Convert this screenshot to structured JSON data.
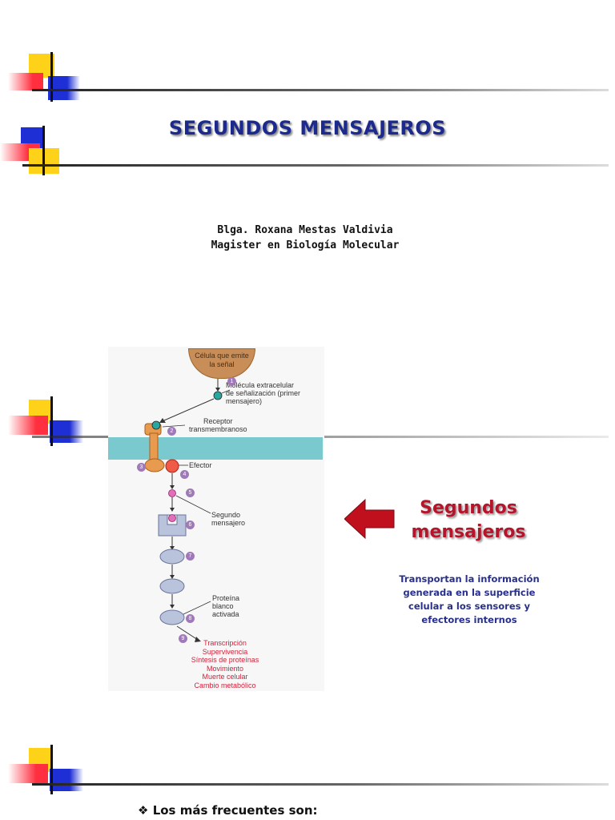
{
  "slide": {
    "title": "SEGUNDOS MENSAJEROS",
    "author_line_1": "Blga. Roxana Mestas Valdivia",
    "author_line_2": "Magister en Biología Molecular"
  },
  "colors": {
    "title": "#1b2a8c",
    "side_heading": "#b5142a",
    "side_description": "#28308c",
    "arrow": "#c0101e",
    "deco_yellow": "#ffd21a",
    "deco_blue": "#1e2fd6",
    "deco_red": "#ff2f3f"
  },
  "figure": {
    "cell_label": "Célula que emite\nla señal",
    "first_messenger_label": "Molécula extracelular\nde señalización (primer\nmensajero)",
    "receptor_label": "Receptor\ntransmembranoso",
    "effector_label": "Efector",
    "second_messenger_label": "Segundo\nmensajero",
    "target_protein_label": "Proteína\nblanco\nactivada",
    "step_numbers": [
      "1",
      "2",
      "3",
      "4",
      "5",
      "6",
      "7",
      "8",
      "9"
    ],
    "outcomes": [
      "Transcripción",
      "Supervivencia",
      "Síntesis de proteínas",
      "Movimiento",
      "Muerte celular",
      "Cambio metabólico"
    ]
  },
  "side": {
    "heading_line_1": "Segundos",
    "heading_line_2": "mensajeros",
    "description": "Transportan la información generada en la superficie celular a los sensores y efectores internos",
    "arrow_icon": "left-arrow-icon"
  },
  "bullet": {
    "symbol": "❖",
    "text": "Los más frecuentes son:"
  }
}
